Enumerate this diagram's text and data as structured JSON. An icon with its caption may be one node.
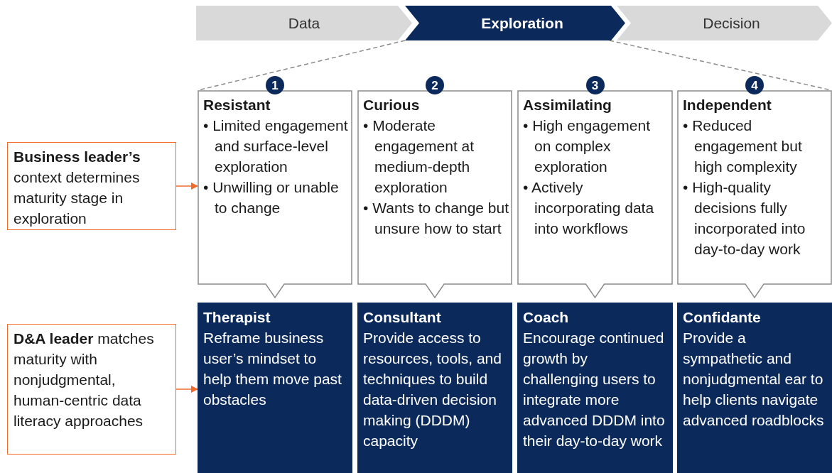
{
  "diagram": {
    "nodes": [
      {
        "text": [
          "Data"
        ]
      },
      {
        "text": [
          "Exploration"
        ]
      },
      {
        "text": [
          "Decision"
        ]
      },
      {
        "text": [
          "Resistant",
          "• Limited engagement and surface-level exploration",
          "• Unwilling or unable to change"
        ],
        "beside": [
          "1"
        ]
      },
      {
        "text": [
          "Curious",
          "• Moderate engagement at medium-depth exploration",
          "• Wants to change but unsure how to start"
        ],
        "beside": [
          "2"
        ]
      },
      {
        "text": [
          "Assimilating",
          "• High engagement on complex exploration",
          "• Actively incorporating data into workflows"
        ],
        "beside": [
          "3"
        ]
      },
      {
        "text": [
          "Independent",
          "• Reduced engagement but high complexity",
          "• High-quality decisions fully incorporated into day-to-day work"
        ],
        "beside": [
          "4"
        ]
      },
      {
        "text": [
          "Therapist",
          "Reframe business user’s mindset to help them move past obstacles"
        ]
      },
      {
        "text": [
          "Consultant",
          "Provide access to resources, tools, and techniques to build data-driven decision making (DDDM) capacity"
        ]
      },
      {
        "text": [
          "Coach",
          "Encourage continued growth by challenging users to integrate more advanced DDDM into their day-to-day work"
        ]
      },
      {
        "text": [
          "Confidante",
          "Provide a sympathetic and nonjudgmental ear to help clients navigate advanced roadblocks"
        ]
      },
      {
        "text": [
          "**Business leader’s** context determines maturity stage in exploration"
        ]
      },
      {
        "text": [
          "**D&A leader** matches maturity with nonjudgmental, human-centric data literacy approaches"
        ]
      }
    ],
    "edges": [
      {
        "from": 1,
        "to": 3,
        "arrow": "none",
        "style": "dashed",
        "color": "#8c8c8c"
      },
      {
        "from": 1,
        "to": 6,
        "arrow": "none",
        "style": "dashed",
        "color": "#8c8c8c"
      },
      {
        "from": 11,
        "to": 3,
        "arrow": "to",
        "color": "#f26b2b"
      },
      {
        "from": 12,
        "to": 7,
        "arrow": "to",
        "color": "#f26b2b"
      }
    ]
  }
}
